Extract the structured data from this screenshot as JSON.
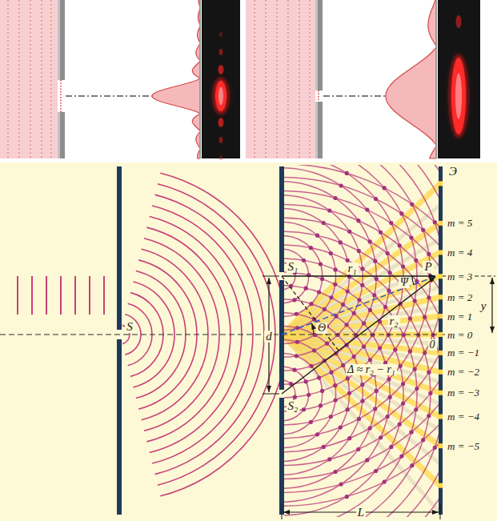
{
  "diagram": {
    "labels": [
      "Э",
      "m = 5",
      "m = 4",
      "m = 3",
      "m = 2",
      "m = 1",
      "m = 0",
      "m = −1",
      "m = −2",
      "m = −3",
      "m = −4",
      "m = −5",
      "P",
      "y",
      "0",
      "S",
      "S₁",
      "S₂",
      "d",
      "r₁",
      "r₂",
      "Ψ",
      "Θ",
      "Δ ≈ r₂ − r₁",
      "L"
    ]
  }
}
